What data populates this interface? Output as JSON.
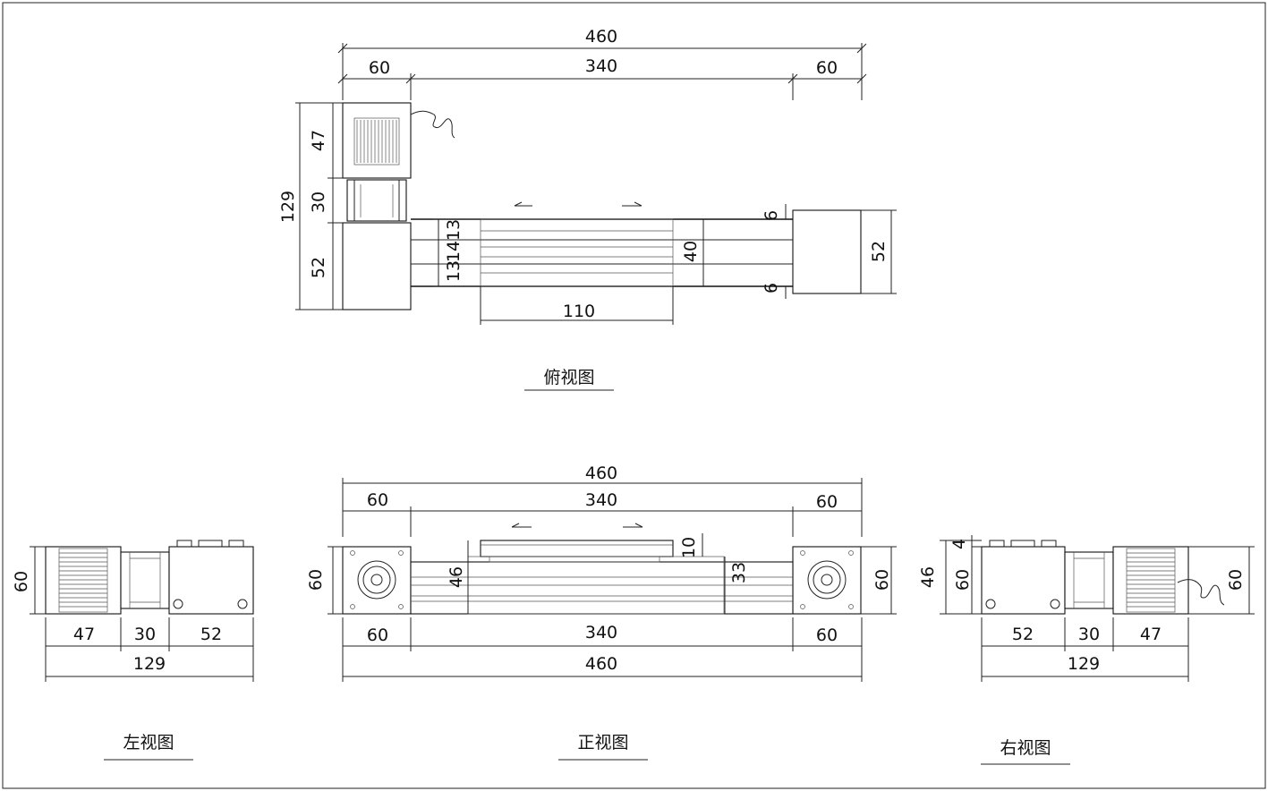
{
  "titles": {
    "top_view": "俯视图",
    "front_view": "正视图",
    "left_view": "左视图",
    "right_view": "右视图"
  },
  "top_view": {
    "overall_length": "460",
    "left_end": "60",
    "stroke": "340",
    "right_end": "60",
    "motor_length": "47",
    "coupling_length": "30",
    "base_width": "52",
    "total_width": "129",
    "rail_13a": "13",
    "rail_14": "14",
    "rail_13b": "13",
    "profile_width": "40",
    "offset_top": "6",
    "offset_bottom": "6",
    "end_block_width": "52",
    "carriage_length": "110"
  },
  "front_view": {
    "overall_length_top": "460",
    "left_end_top": "60",
    "stroke_top": "340",
    "right_end_top": "60",
    "height_left": "60",
    "profile_height": "46",
    "carriage_height": "10",
    "table_height": "33",
    "height_right": "60",
    "left_end_bottom": "60",
    "stroke_bottom": "340",
    "right_end_bottom": "60",
    "overall_length_bottom": "460"
  },
  "left_view": {
    "height": "60",
    "motor": "47",
    "coupling": "30",
    "block": "52",
    "total": "129"
  },
  "right_view": {
    "top_offset": "4",
    "profile_height": "46",
    "height_inner": "60",
    "height_outer": "60",
    "block": "52",
    "coupling": "30",
    "motor": "47",
    "total": "129"
  }
}
